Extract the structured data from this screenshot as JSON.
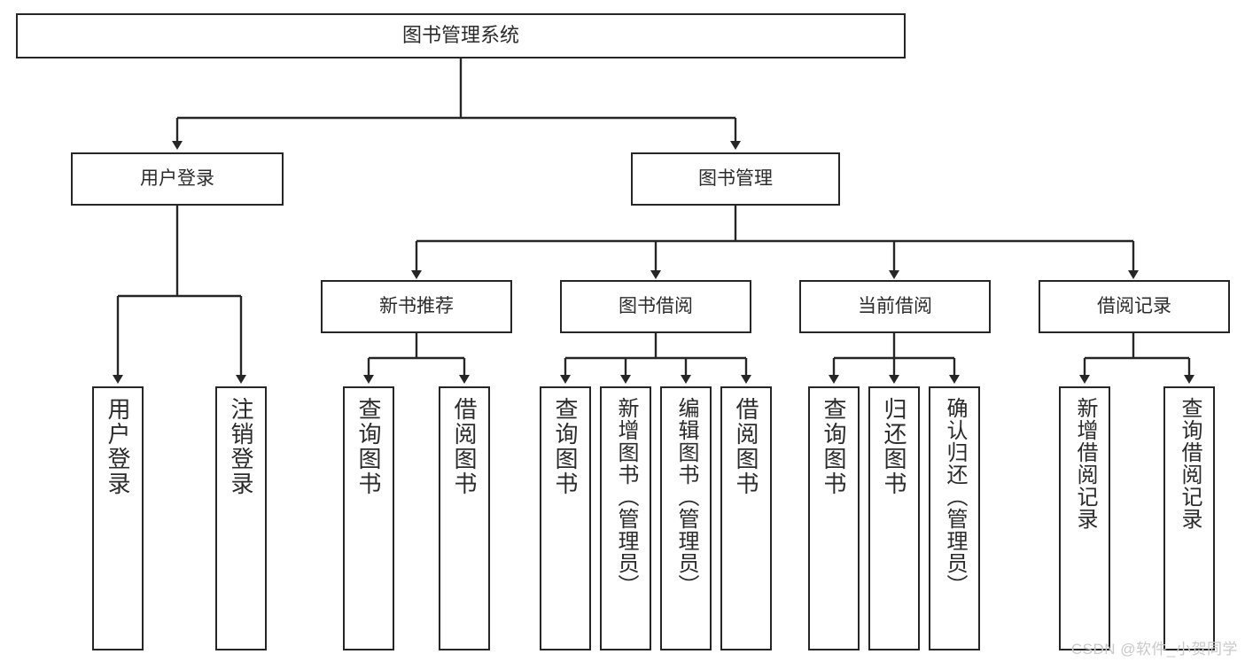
{
  "diagram": {
    "title": "图书管理系统",
    "type": "tree",
    "root": {
      "label": "图书管理系统"
    },
    "level1": [
      {
        "label": "用户登录"
      },
      {
        "label": "图书管理"
      }
    ],
    "level2": [
      {
        "label": "新书推荐"
      },
      {
        "label": "图书借阅"
      },
      {
        "label": "当前借阅"
      },
      {
        "label": "借阅记录"
      }
    ],
    "leaves": {
      "user_login": [
        {
          "label": "用户登录"
        },
        {
          "label": "注销登录"
        }
      ],
      "new_book_recommend": [
        {
          "label": "查询图书"
        },
        {
          "label": "借阅图书"
        }
      ],
      "book_borrow": [
        {
          "label": "查询图书"
        },
        {
          "label": "新增图书（管理员）"
        },
        {
          "label": "编辑图书（管理员）"
        },
        {
          "label": "借阅图书"
        }
      ],
      "current_borrow": [
        {
          "label": "查询图书"
        },
        {
          "label": "归还图书"
        },
        {
          "label": "确认归还（管理员）"
        }
      ],
      "borrow_record": [
        {
          "label": "新增借阅记录"
        },
        {
          "label": "查询借阅记录"
        }
      ]
    }
  },
  "watermark": {
    "text": "CSDN @软件_小贺同学"
  },
  "colors": {
    "stroke": "#262626",
    "fill": "#ffffff",
    "text": "#2b2b2b",
    "watermark": "#c9c9c9"
  }
}
